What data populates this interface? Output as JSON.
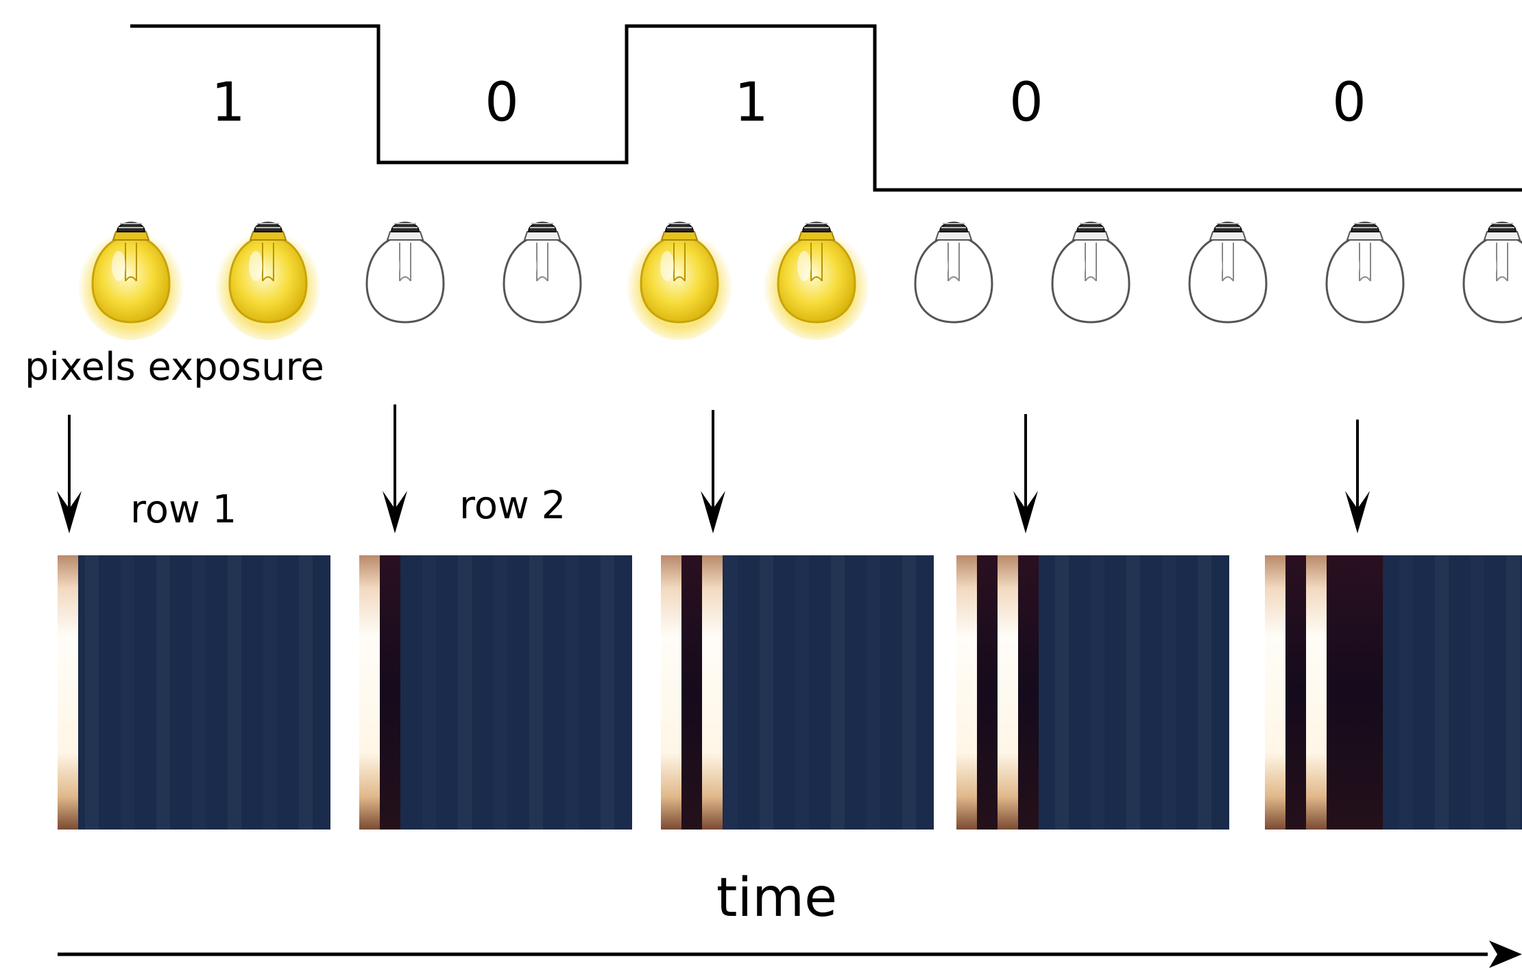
{
  "signal": {
    "bits": [
      {
        "label": "1",
        "level": 1
      },
      {
        "label": "0",
        "level": 0
      },
      {
        "label": "1",
        "level": 1
      },
      {
        "label": "0",
        "level": 0
      },
      {
        "label": "0",
        "level": 0
      }
    ]
  },
  "bulbs": {
    "states": [
      "on",
      "on",
      "off",
      "off",
      "on",
      "on",
      "off",
      "off",
      "off",
      "off",
      "off"
    ]
  },
  "labels": {
    "pixels_exposure": "pixels exposure",
    "row1": "row 1",
    "row2": "row 2",
    "time": "time"
  },
  "frames": [
    {
      "stripes": [
        "bright"
      ]
    },
    {
      "stripes": [
        "bright",
        "dark"
      ]
    },
    {
      "stripes": [
        "bright",
        "dark",
        "bright"
      ]
    },
    {
      "stripes": [
        "bright",
        "dark",
        "bright",
        "dark"
      ]
    },
    {
      "stripes": [
        "bright",
        "dark",
        "bright",
        "dark",
        "dark"
      ]
    }
  ],
  "colors": {
    "bulb_on": "#f2d21c",
    "bulb_off": "#ffffff",
    "frame_bg": "#1a2b4c",
    "stripe_dark": "#150b1c",
    "stripe_bright": "#fff4e0"
  }
}
